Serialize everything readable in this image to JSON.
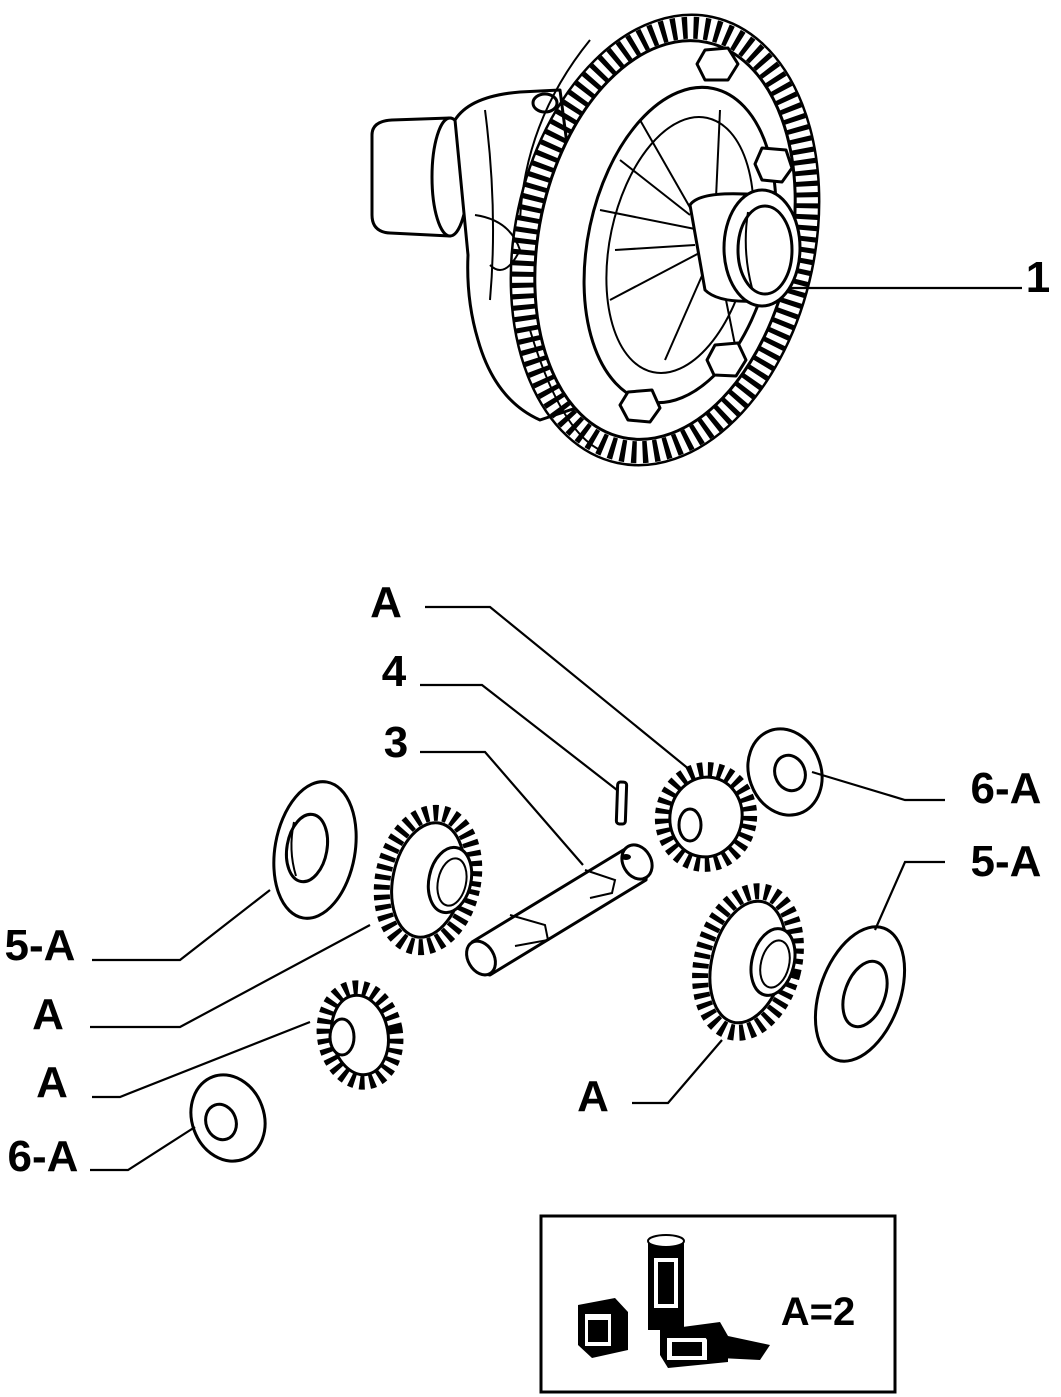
{
  "callouts": {
    "part_1": "1",
    "part_a_top": "A",
    "part_4": "4",
    "part_3": "3",
    "part_6a_right": "6-A",
    "part_5a_right": "5-A",
    "part_5a_left": "5-A",
    "part_a_left_upper": "A",
    "part_a_left_lower": "A",
    "part_a_bottom": "A",
    "part_6a_left": "6-A"
  },
  "kit_box": {
    "label": "A=2"
  }
}
